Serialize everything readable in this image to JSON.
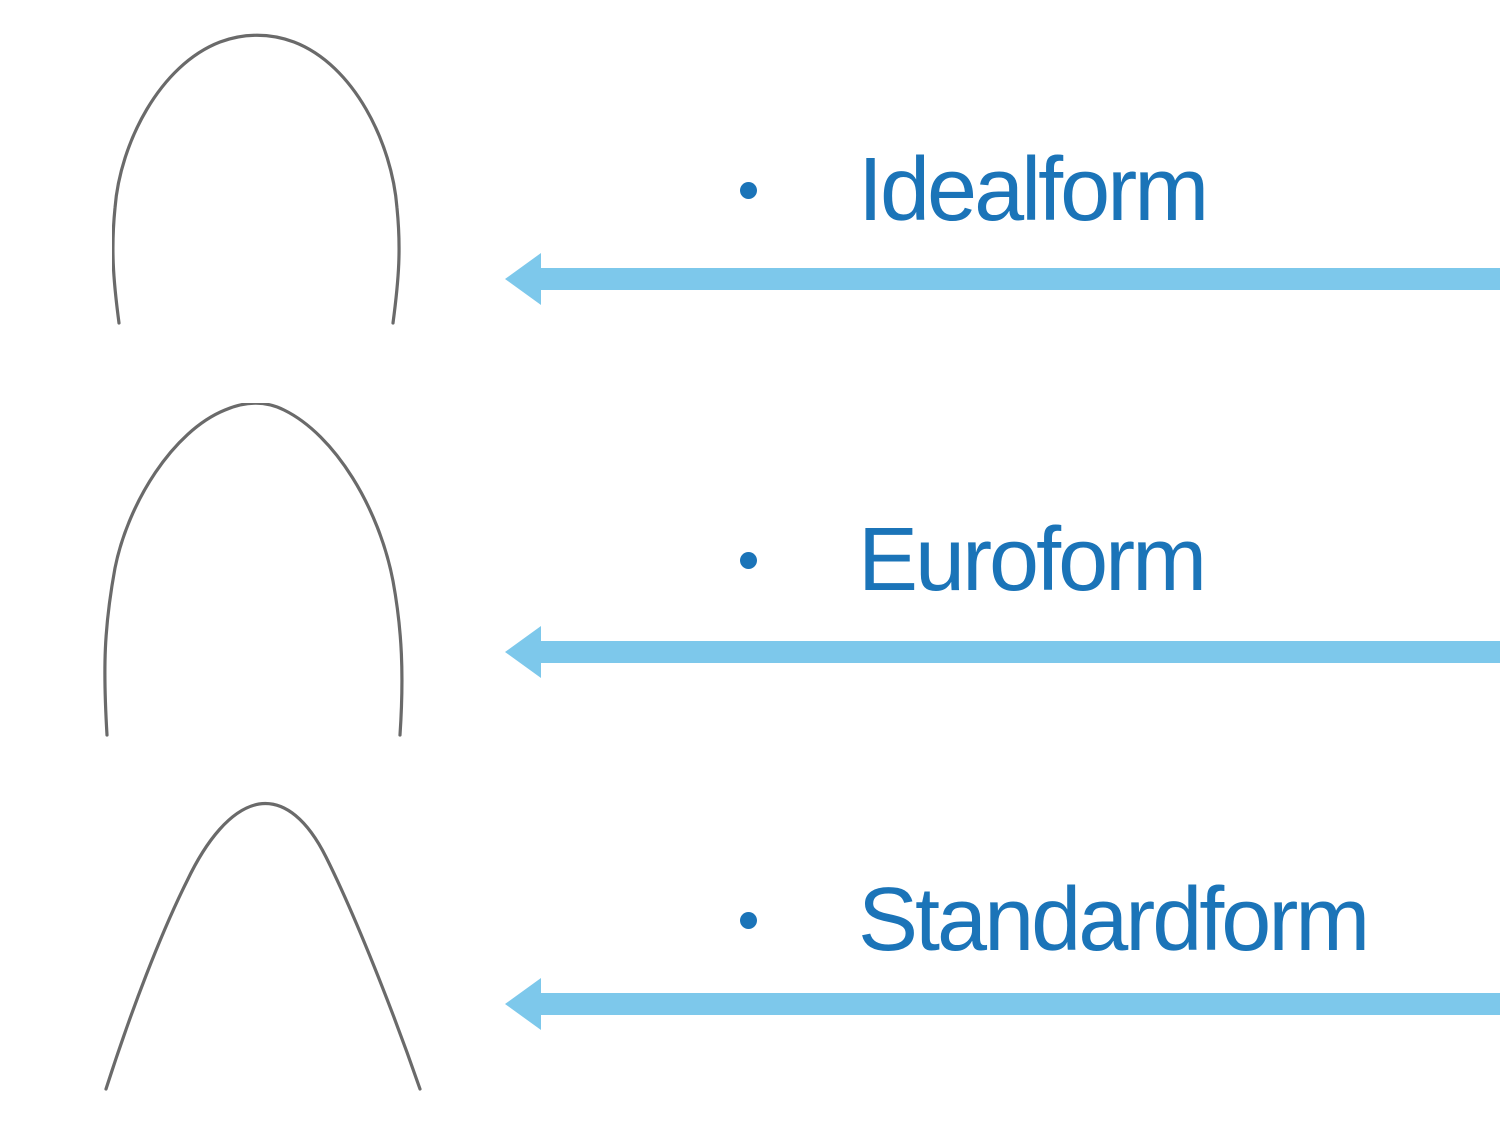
{
  "slide": {
    "background": "#ffffff",
    "items": [
      {
        "label": "Idealform",
        "figure": "idealform-archwire",
        "marker": "bullet-dot",
        "pointer": "left-arrow"
      },
      {
        "label": "Euroform",
        "figure": "euroform-archwire",
        "marker": "bullet-dot",
        "pointer": "left-arrow"
      },
      {
        "label": "Standardform",
        "figure": "standardform-archwire",
        "marker": "bullet-dot",
        "pointer": "left-arrow"
      }
    ],
    "colors": {
      "label_blue": "#1b74b8",
      "arrow_blue": "#7dc8eb",
      "wire_gray": "#6a6a6a"
    }
  }
}
